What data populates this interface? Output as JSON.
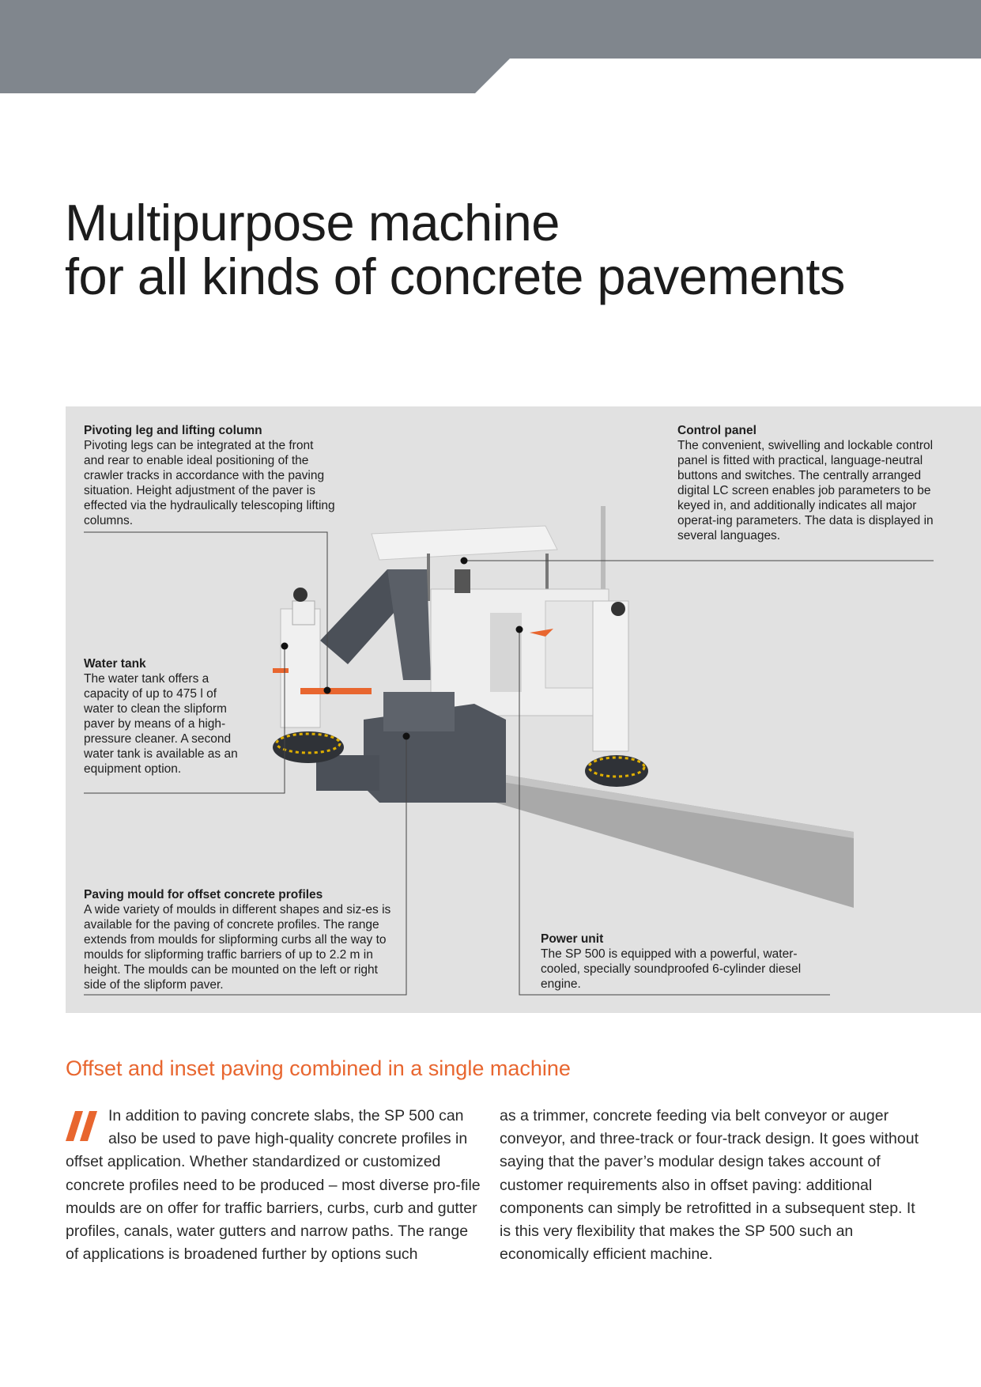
{
  "title": {
    "line1": "Multipurpose machine",
    "line2": "for all kinds of concrete pavements"
  },
  "callouts": {
    "pivoting": {
      "heading": "Pivoting leg and lifting column",
      "text": "Pivoting legs can be integrated at the front and rear to enable ideal positioning of the crawler tracks in accordance with the paving situation. Height adjustment of the paver is effected via the hydraulically telescoping lifting columns."
    },
    "control": {
      "heading": "Control panel",
      "text": "The convenient, swivelling and lockable control panel is fitted with practical, language-neutral buttons and switches. The centrally arranged digital LC screen enables job parameters to be keyed in, and additionally indicates all major operat-ing parameters. The data is displayed in several languages."
    },
    "water": {
      "heading": "Water tank",
      "text": "The water tank offers a capacity of up to 475 l of water to clean the slipform paver by means of a high-pressure cleaner. A second water tank is available as an equipment option."
    },
    "mould": {
      "heading": "Paving mould for offset concrete profiles",
      "text": "A wide variety of moulds in different shapes and siz-es is available for the paving of concrete profiles. The range extends from moulds for slipforming curbs all the way to moulds for slipforming traffic barriers of up to 2.2 m in height. The moulds can be mounted on the left or right side of the slipform paver."
    },
    "power": {
      "heading": "Power unit",
      "text": "The SP 500 is equipped with a powerful, water-cooled, specially soundproofed 6-cylinder diesel engine."
    }
  },
  "section": {
    "heading": "Offset and inset paving combined in a single machine",
    "col1": "In addition to paving concrete slabs, the SP 500 can also be used to pave high-quality concrete profiles in offset application. Whether standardized or customized concrete profiles need to be produced – most diverse pro-file moulds are on offer for traffic barriers, curbs, curb and gutter profiles, canals, water gutters and narrow paths. The range of applications is broadened further by options such",
    "col2": "as a trimmer, concrete feeding via belt conveyor or auger conveyor, and three-track or four-track design. It goes without saying that the paver’s modular design takes account of customer requirements also in offset paving: additional components can simply be retrofitted in a subsequent step. It is this very flexibility that makes the SP 500 such an economically efficient machine."
  },
  "colors": {
    "header_gray": "#80868d",
    "accent_orange": "#e8662f",
    "panel_gray": "#e1e1e1"
  }
}
